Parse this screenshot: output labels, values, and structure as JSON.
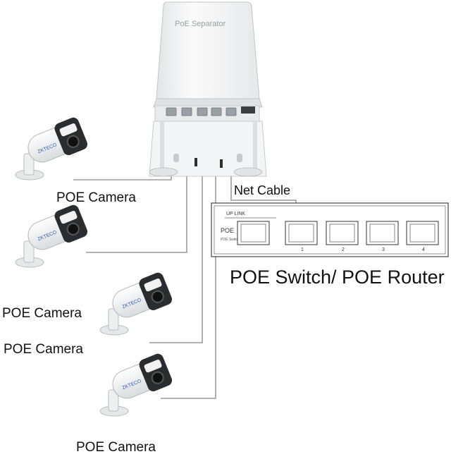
{
  "splitter": {
    "brand": "PoE Separator"
  },
  "labels": {
    "cam1": "POE Camera",
    "cam2": "POE Camera",
    "cam3": "POE Camera",
    "cam4": "POE Camera",
    "net_cable": "Net Cable",
    "switch_title": "POE Switch/ POE Router"
  },
  "switch": {
    "uplink": "UP LINK",
    "poe": "POE",
    "poe_sub": "POE Switch",
    "ports": [
      "1",
      "2",
      "3",
      "4"
    ]
  },
  "icons": {
    "camera": "bullet-camera-icon"
  }
}
